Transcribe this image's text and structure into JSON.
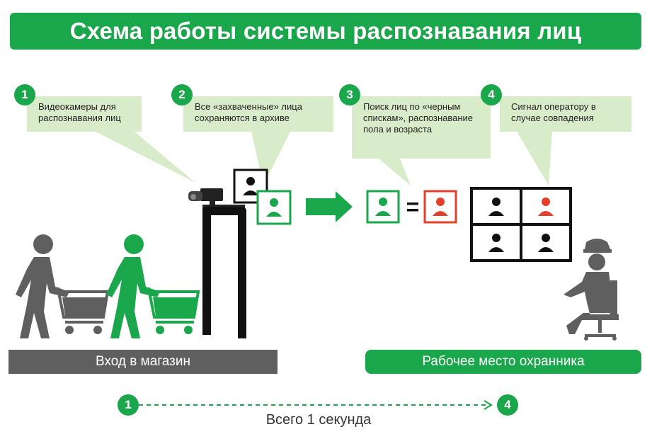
{
  "title": "Схема работы системы распознавания лиц",
  "steps": [
    {
      "num": "1",
      "text": "Видеокамеры для распознавания лиц"
    },
    {
      "num": "2",
      "text": "Все «захваченные» лица сохраняются в архиве"
    },
    {
      "num": "3",
      "text": "Поиск лиц по «черным спискам», распознавание пола и возраста"
    },
    {
      "num": "4",
      "text": "Сигнал оператору в случае совпадения"
    }
  ],
  "zones": {
    "entrance": "Вход в магазин",
    "guard_station": "Рабочее место охранника"
  },
  "timeline": {
    "start": "1",
    "end": "4",
    "label": "Всего 1 секунда"
  },
  "match_sign": "=",
  "colors": {
    "green": "#1aa64a",
    "light_green": "#d8ecc9",
    "red": "#e2402c",
    "dark_gray": "#5f5f5f",
    "black": "#111111"
  }
}
